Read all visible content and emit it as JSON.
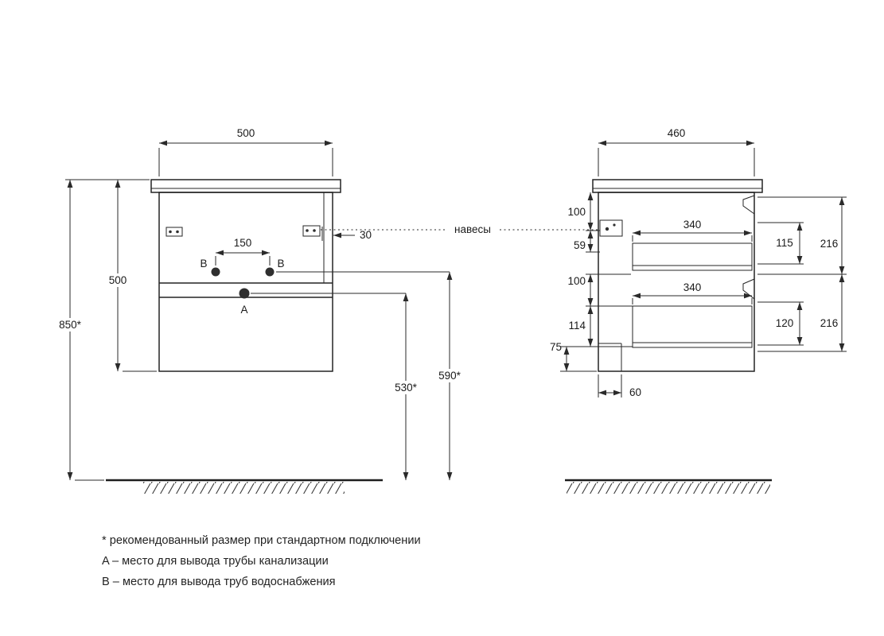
{
  "front": {
    "dim_width": "500",
    "dim_height": "500",
    "dim_total_height": "850*",
    "dim_hinge_offset": "30",
    "dim_b_spacing": "150",
    "dim_drain_height": "530*",
    "dim_supply_height": "590*",
    "point_a": "A",
    "point_b_left": "B",
    "point_b_right": "B"
  },
  "side": {
    "dim_depth": "460",
    "dim_top_gap": "100",
    "dim_hanger": "59",
    "dim_mid_gap": "100",
    "dim_lower_gap": "114",
    "dim_bottom": "75",
    "dim_drawer_top_depth": "340",
    "dim_drawer_bottom_depth": "340",
    "dim_drawer_top_inner": "115",
    "dim_drawer_top_front": "216",
    "dim_drawer_bottom_inner": "120",
    "dim_drawer_bottom_front": "216",
    "dim_back_offset": "60"
  },
  "shared": {
    "hangers_label": "навесы"
  },
  "notes": {
    "recommended": "* рекомендованный размер при стандартном подключении",
    "point_a": "A – место для вывода трубы канализации",
    "point_b": "B – место для вывода труб водоснабжения"
  }
}
